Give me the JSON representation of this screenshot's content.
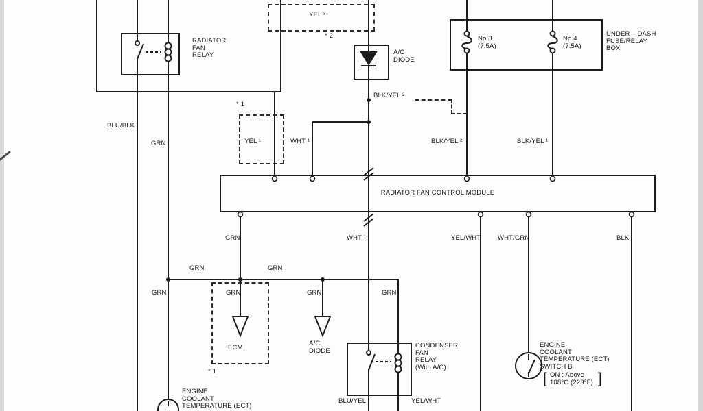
{
  "diagram": {
    "relay": {
      "title": "RADIATOR\nFAN\nRELAY"
    },
    "ac_diode": {
      "title": "A/C\nDIODE"
    },
    "fusebox": {
      "title": "UNDER – DASH\nFUSE/RELAY\nBOX",
      "fuse8": "No.8\n(7.5A)",
      "fuse4": "No.4\n(7.5A)"
    },
    "module": {
      "title": "RADIATOR FAN CONTROL MODULE"
    },
    "ecm": {
      "title": "ECM"
    },
    "condenser_relay": {
      "title": "CONDENSER\nFAN\nRELAY\n(With A/C)"
    },
    "ect_switch_b": {
      "title": "ENGINE\nCOOLANT\nTEMPERATURE (ECT)\nSWITCH B",
      "state": "ON : Above\n108°C (223°F)",
      "bracket_open": "[",
      "bracket_close": "]"
    },
    "ect_switch_a": {
      "title": "ENGINE\nCOOLANT\nTEMPERATURE (ECT)"
    },
    "wires": {
      "blu_blk": "BLU/BLK",
      "grn": "GRN",
      "yel1": "YEL ¹",
      "yel3": "YEL ³",
      "wht1": "WHT ¹",
      "blk_yel1": "BLK/YEL ¹",
      "blk_yel2": "BLK/YEL ²",
      "yel_wht": "YEL/WHT",
      "wht_grn": "WHT/GRN",
      "blk": "BLK",
      "blu_yel": "BLU/YEL"
    },
    "notes": {
      "star1": "* 1",
      "star2": "* 2"
    }
  }
}
